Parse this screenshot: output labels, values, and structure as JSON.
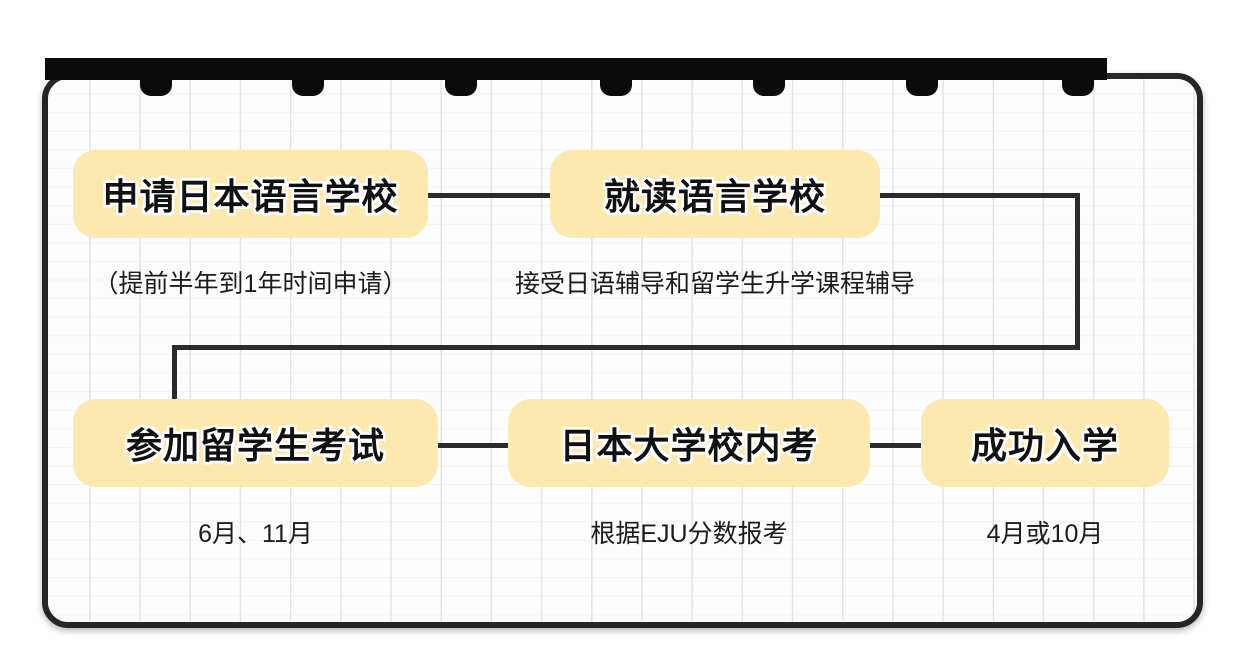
{
  "diagram": {
    "title_alt": "日本留学申请流程图",
    "card": {
      "style": "grid-notebook",
      "accent_color": "#fce9b0",
      "line_color": "#2b2b2b",
      "border_color": "#262626"
    },
    "binder": {
      "tab_count": 7
    },
    "nodes": [
      {
        "id": "apply-language-school",
        "label": "申请日本语言学校",
        "caption": "（提前半年到1年时间申请）"
      },
      {
        "id": "attend-language-school",
        "label": "就读语言学校",
        "caption": "接受日语辅导和留学生升学课程辅导"
      },
      {
        "id": "take-eju-exam",
        "label": "参加留学生考试",
        "caption": "6月、11月"
      },
      {
        "id": "university-internal-exam",
        "label": "日本大学校内考",
        "caption": "根据EJU分数报考"
      },
      {
        "id": "successful-enrollment",
        "label": "成功入学",
        "caption": "4月或10月"
      }
    ],
    "edges": [
      {
        "from": "apply-language-school",
        "to": "attend-language-school",
        "kind": "straight"
      },
      {
        "from": "attend-language-school",
        "to": "take-eju-exam",
        "kind": "elbow-wrap"
      },
      {
        "from": "take-eju-exam",
        "to": "university-internal-exam",
        "kind": "straight"
      },
      {
        "from": "university-internal-exam",
        "to": "successful-enrollment",
        "kind": "straight"
      }
    ]
  }
}
